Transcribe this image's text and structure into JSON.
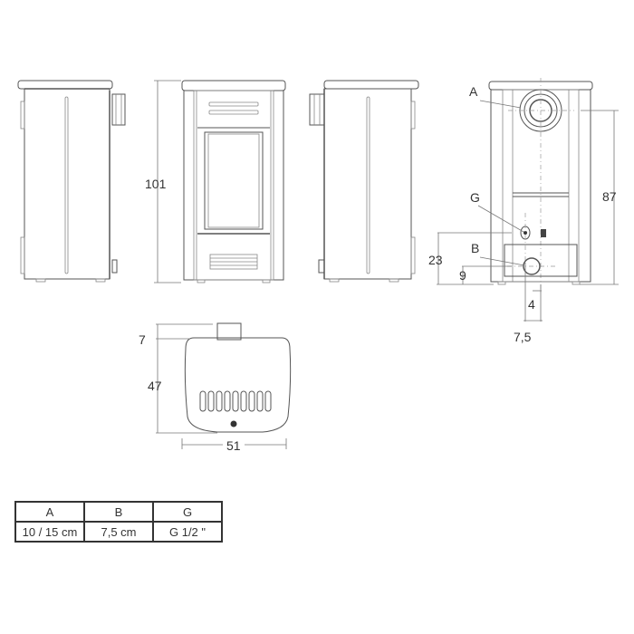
{
  "views": {
    "side_left": {
      "label": "side-view-left"
    },
    "front": {
      "label": "front-view",
      "height_dim": "101"
    },
    "side_right": {
      "label": "side-view-right"
    },
    "rear": {
      "label": "rear-view",
      "callouts": {
        "a": "A",
        "g": "G",
        "b": "B"
      },
      "dims": {
        "h87": "87",
        "h23": "23",
        "h9": "9",
        "w4": "4",
        "w75": "7,5"
      }
    },
    "top": {
      "label": "top-view",
      "dims": {
        "d7": "7",
        "d47": "47",
        "w51": "51"
      }
    }
  },
  "table": {
    "headers": [
      "A",
      "B",
      "G"
    ],
    "values": [
      "10 / 15 cm",
      "7,5 cm",
      "G 1/2 \""
    ]
  }
}
